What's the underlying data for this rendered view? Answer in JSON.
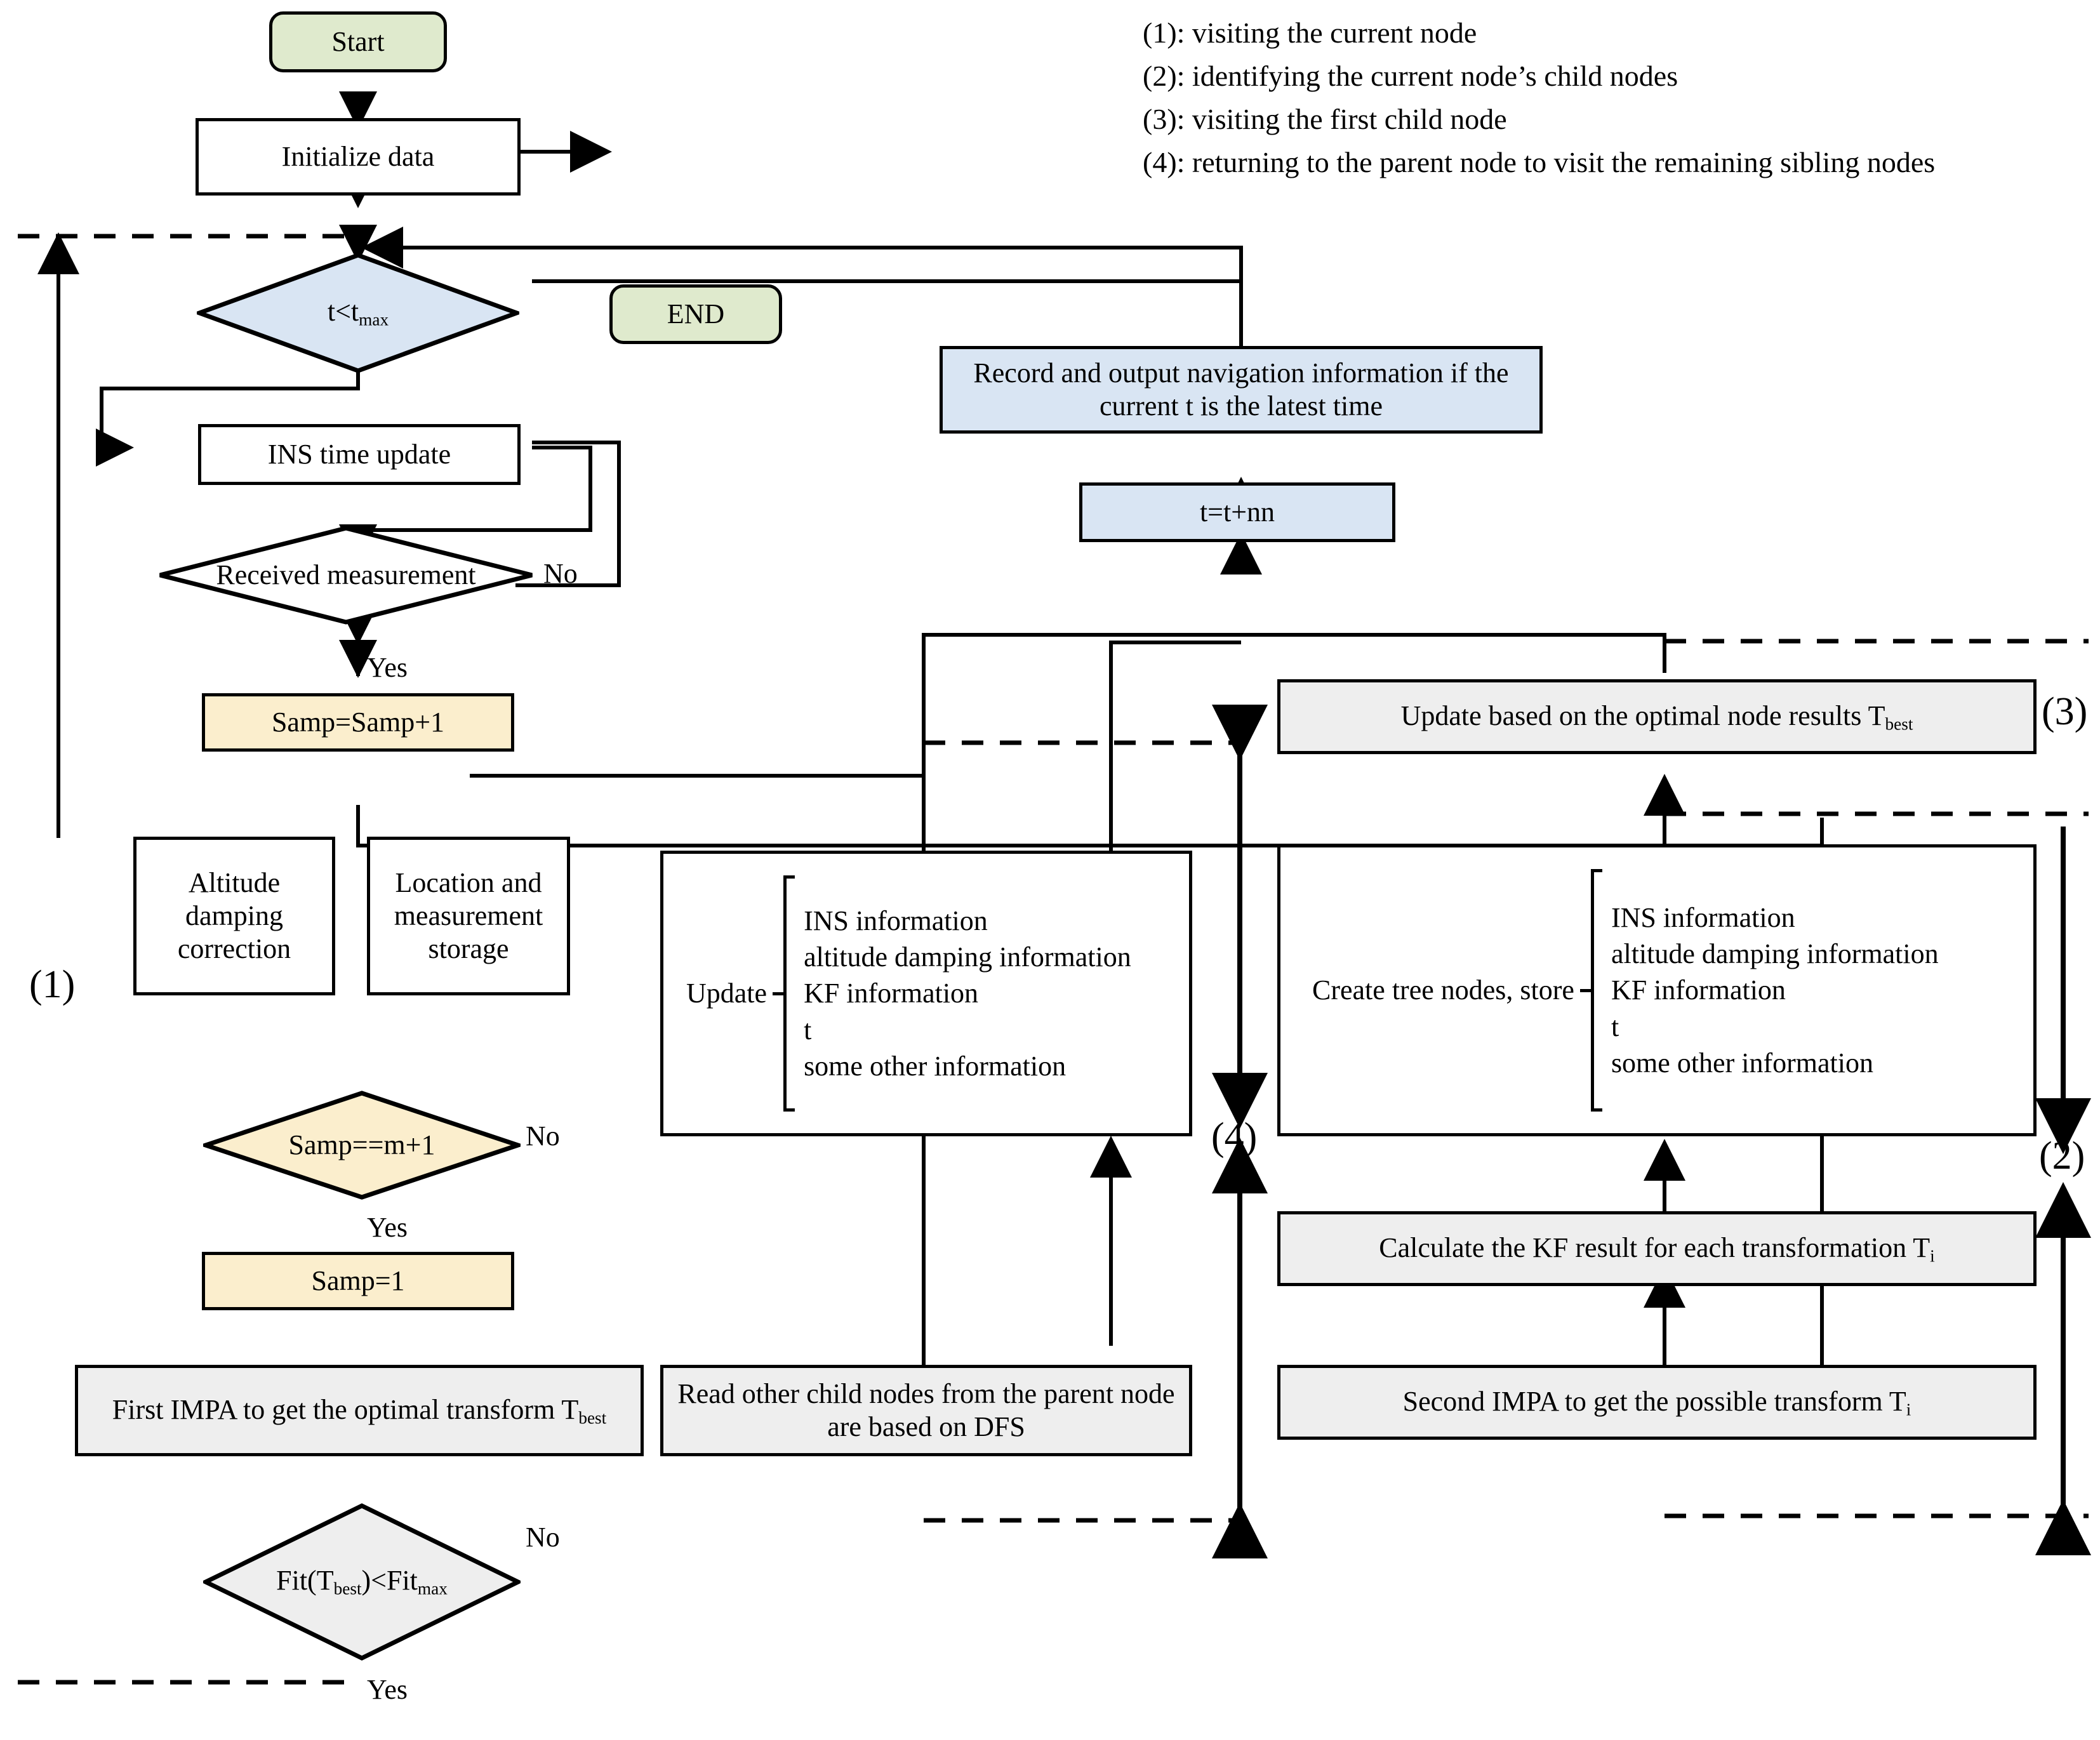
{
  "legend": {
    "lines": [
      "(1): visiting the current node",
      "(2): identifying the current node’s child nodes",
      "(3): visiting the first child node",
      "(4): returning to the parent node to visit the remaining sibling nodes"
    ]
  },
  "phase_labels": {
    "p1": "(1)",
    "p2": "(2)",
    "p3": "(3)",
    "p4": "(4)"
  },
  "nodes": {
    "start": "Start",
    "initialize": "Initialize data",
    "t_lt_tmax": "t<t",
    "t_lt_tmax_sub": "max",
    "end": "END",
    "ins_time_update": "INS time update",
    "received_measurement": "Received measurement",
    "samp_inc": "Samp=Samp+1",
    "altitude_damping": "Altitude damping correction",
    "location_storage": "Location and measurement storage",
    "samp_eq": "Samp==m+1",
    "samp_reset": "Samp=1",
    "first_impa": "First IMPA to get the optimal transform T",
    "first_impa_sub": "best",
    "fit_check": "Fit(T",
    "fit_check_sub1": "best",
    "fit_check_mid": ")<Fit",
    "fit_check_sub2": "max",
    "record_output": "Record and output navigation information if the current t is the latest time",
    "t_plus_nn": "t=t+nn",
    "update_head": "Update",
    "update_items": [
      "INS information",
      "altitude damping information",
      "KF information",
      "t",
      "some other information"
    ],
    "read_child_nodes": "Read other child nodes from the parent node are based on DFS",
    "update_optimal": "Update based on the optimal node results T",
    "update_optimal_sub": "best",
    "create_tree_head": "Create tree nodes, store",
    "create_tree_items": [
      "INS information",
      "altitude damping information",
      "KF information",
      "t",
      "some other information"
    ],
    "calc_kf": "Calculate the KF result for each transformation T",
    "calc_kf_sub": "i",
    "second_impa": "Second IMPA to get the possible transform T",
    "second_impa_sub": "i"
  },
  "edge_labels": {
    "no1": "No",
    "yes1": "Yes",
    "no2": "No",
    "yes2": "Yes",
    "no3": "No",
    "yes3": "Yes"
  },
  "colors": {
    "green": "#dfeacd",
    "blue": "#d9e5f3",
    "cream": "#fbeecd",
    "grey": "#eeeeee",
    "stroke": "#000000"
  }
}
